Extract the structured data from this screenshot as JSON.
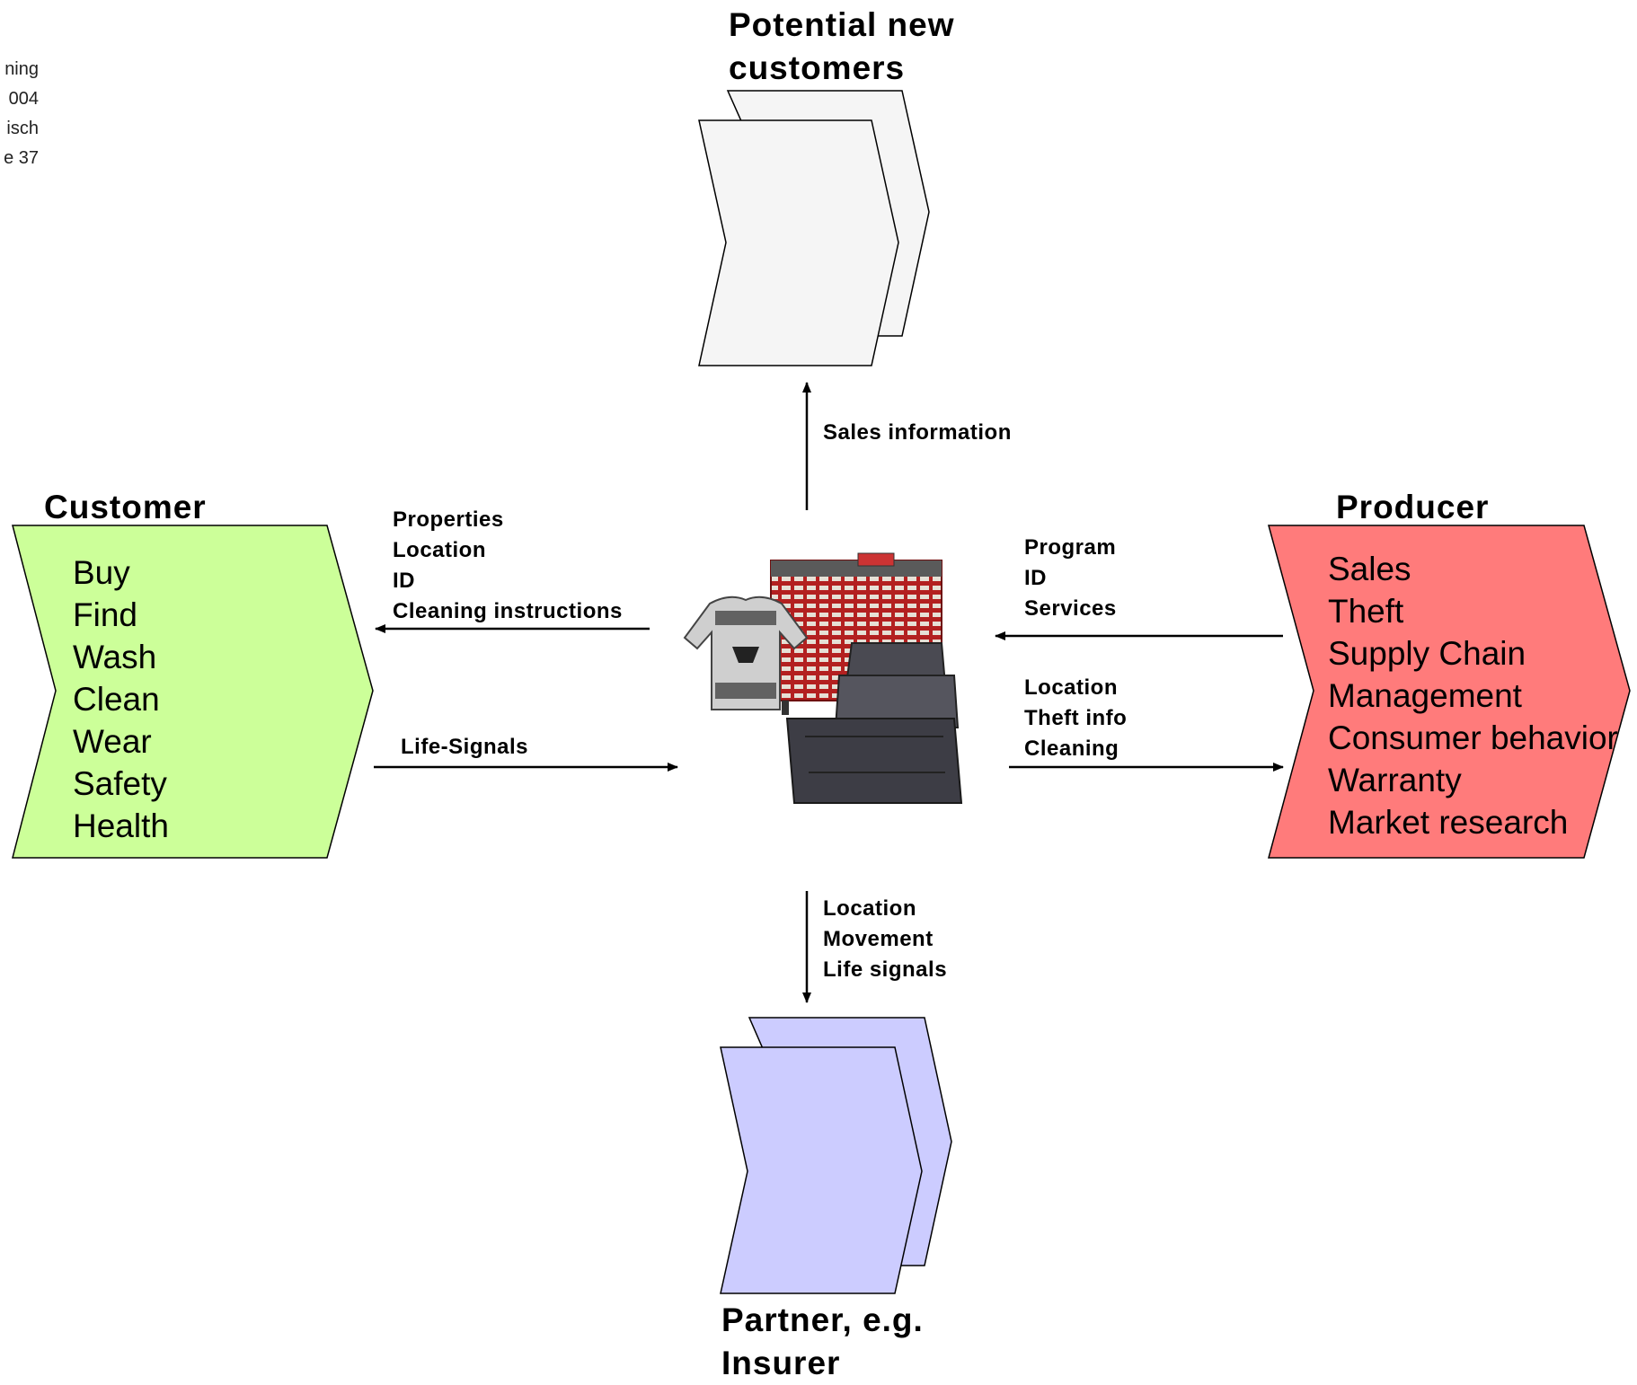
{
  "corner_note": [
    "ning",
    "004",
    "isch",
    "e 37"
  ],
  "potential_customers": {
    "title_lines": [
      "Potential new",
      "customers"
    ],
    "color": "#f5f5f5"
  },
  "partner": {
    "title_lines": [
      "Partner, e.g.",
      "Insurer"
    ],
    "color": "#ccccff"
  },
  "customer": {
    "title": "Customer",
    "color": "#ccff99",
    "items": [
      "Buy",
      "Find",
      "Wash",
      "Clean",
      "Wear",
      "Safety",
      "Health"
    ]
  },
  "producer": {
    "title": "Producer",
    "color": "#ff7b7b",
    "items": [
      "Sales",
      "Theft",
      "Supply Chain",
      "Management",
      "Consumer behavior",
      "Warranty",
      "Market research"
    ]
  },
  "flows": {
    "to_potential": [
      "Sales information"
    ],
    "to_customer": [
      "Properties",
      "Location",
      "ID",
      "Cleaning instructions"
    ],
    "from_customer": [
      "Life-Signals"
    ],
    "from_producer": [
      "Program",
      "ID",
      "Services"
    ],
    "to_producer": [
      "Location",
      "Theft info",
      "Cleaning"
    ],
    "to_partner": [
      "Location",
      "Movement",
      "Life signals"
    ]
  },
  "center_image": {
    "icons": [
      "sweater-icon",
      "shelf-rack-icon",
      "storage-box-icon"
    ]
  }
}
